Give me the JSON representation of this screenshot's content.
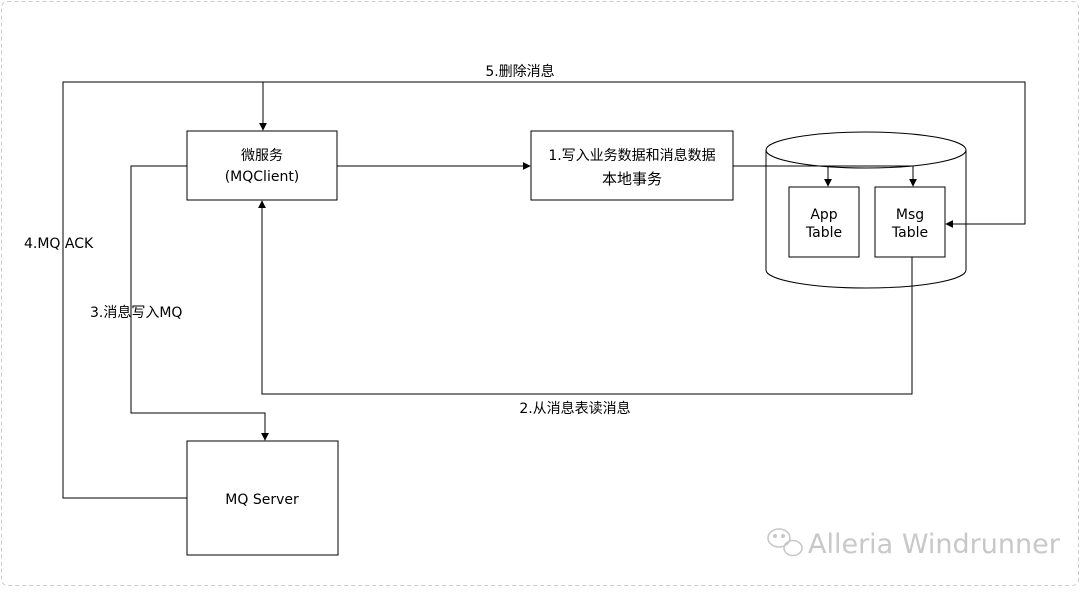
{
  "nodes": {
    "microservice": {
      "line1": "微服务",
      "line2": "(MQClient)"
    },
    "local_tx": {
      "line1": "1.写入业务数据和消息数据",
      "line2": "本地事务"
    },
    "app_table": {
      "line1": "App",
      "line2": "Table"
    },
    "msg_table": {
      "line1": "Msg",
      "line2": "Table"
    },
    "mq_server": {
      "label": "MQ Server"
    }
  },
  "edges": {
    "delete_msg": "5.删除消息",
    "mq_ack": "4.MQ ACK",
    "write_mq": "3.消息写入MQ",
    "read_msg_table": "2.从消息表读消息"
  },
  "watermark": {
    "text": "Alleria Windrunner",
    "icon": "wechat-icon"
  },
  "colors": {
    "stroke": "#000000",
    "frame": "#cccccc",
    "watermark": "#c8c8c8"
  }
}
